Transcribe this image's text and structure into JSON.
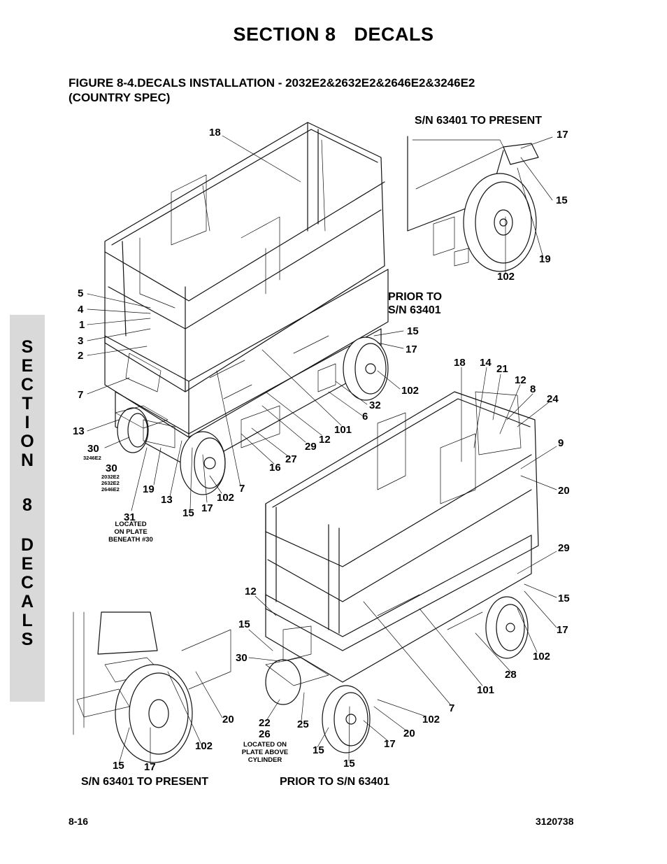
{
  "header": {
    "section": "SECTION 8",
    "title": "DECALS"
  },
  "figure": {
    "line1": "FIGURE 8-4.DECALS INSTALLATION - 2032E2&2632E2&2646E2&3246E2",
    "line2": "(COUNTRY SPEC)"
  },
  "side_tab": {
    "letters1": [
      "S",
      "E",
      "C",
      "T",
      "I",
      "O",
      "N"
    ],
    "number": "8",
    "letters2": [
      "D",
      "E",
      "C",
      "A",
      "L",
      "S"
    ]
  },
  "captions": {
    "top_right": "S/N 63401 TO PRESENT",
    "prior_to": "PRIOR TO",
    "prior_to_sn": "S/N 63401",
    "bottom_left": "S/N 63401 TO PRESENT",
    "bottom_right": "PRIOR TO S/N 63401"
  },
  "notes": {
    "n30_model1": "3246E2",
    "n30_models2": [
      "2032E2",
      "2632E2",
      "2646E2"
    ],
    "n31": [
      "LOCATED",
      "ON PLATE",
      "BENEATH #30"
    ],
    "n26": [
      "LOCATED ON",
      "PLATE ABOVE",
      "CYLINDER"
    ]
  },
  "callouts": [
    "18",
    "17",
    "15",
    "19",
    "102",
    "5",
    "4",
    "1",
    "3",
    "2",
    "15",
    "17",
    "102",
    "32",
    "6",
    "7",
    "13",
    "30",
    "30",
    "19",
    "13",
    "31",
    "15",
    "17",
    "102",
    "7",
    "16",
    "27",
    "29",
    "12",
    "101",
    "18",
    "14",
    "21",
    "12",
    "8",
    "24",
    "9",
    "20",
    "29",
    "12",
    "15",
    "17",
    "102",
    "28",
    "101",
    "7",
    "15",
    "30",
    "22",
    "26",
    "25",
    "102",
    "20",
    "17",
    "15",
    "15",
    "20",
    "102",
    "15",
    "17"
  ],
  "footer": {
    "page": "8-16",
    "doc_number": "3120738"
  }
}
